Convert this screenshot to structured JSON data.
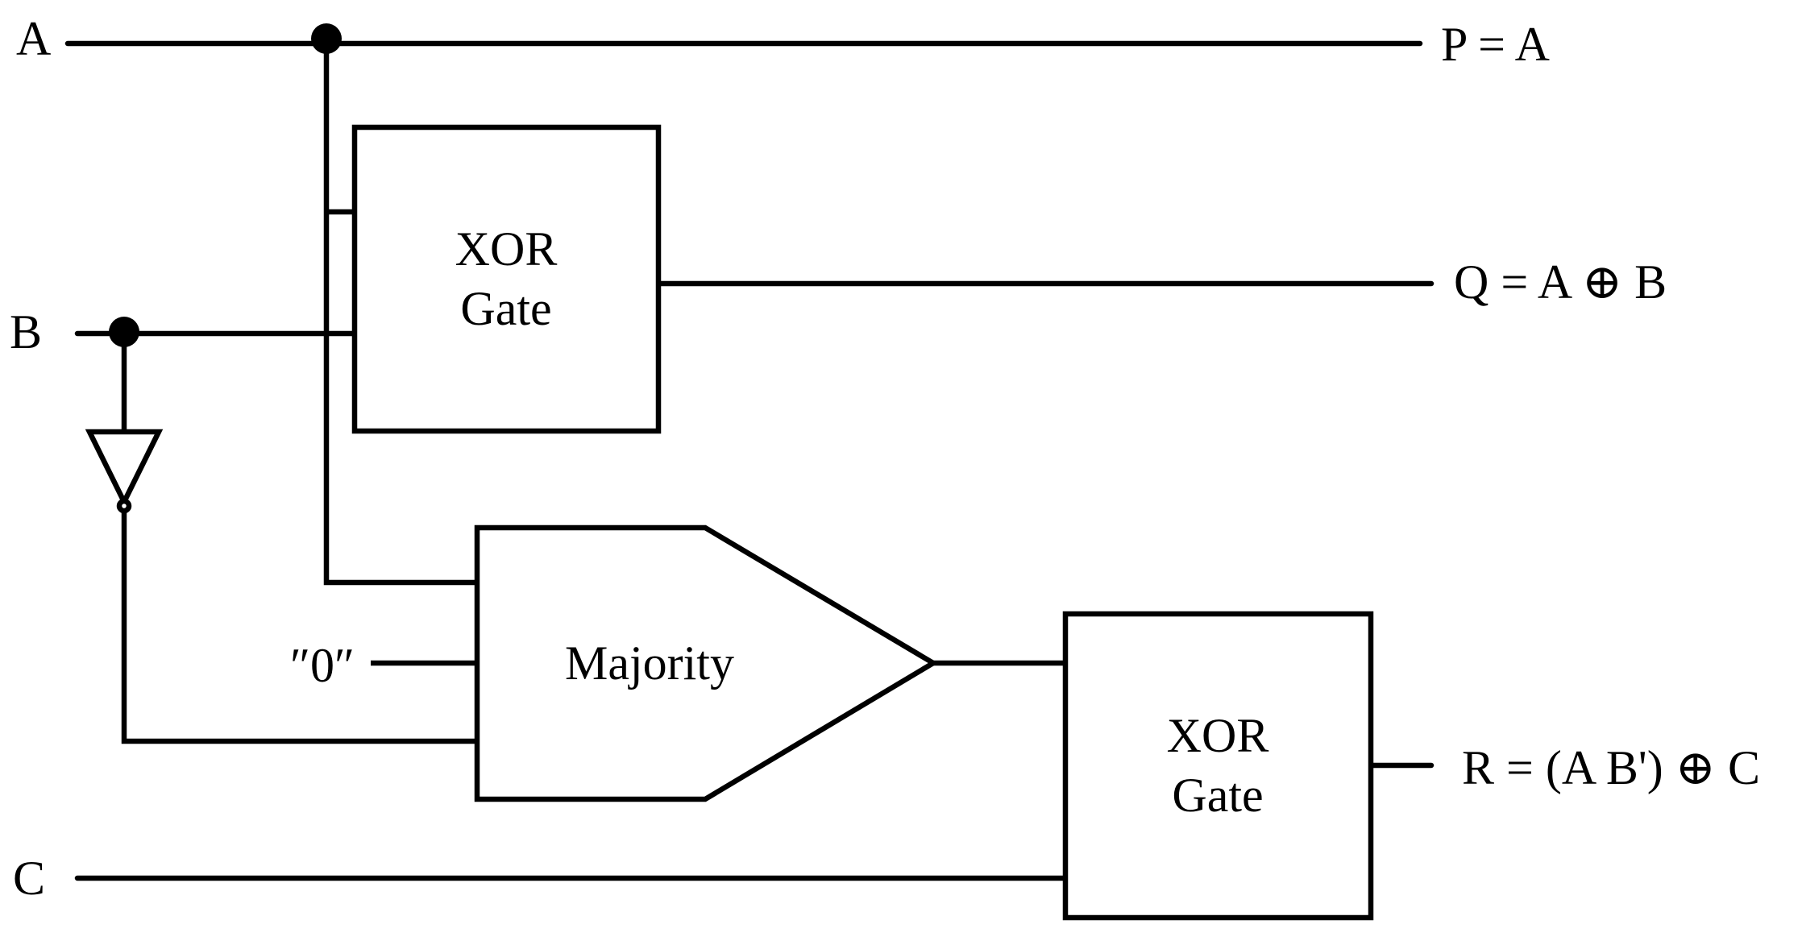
{
  "inputs": {
    "a": "A",
    "b": "B",
    "c": "C",
    "zero": "″0″"
  },
  "outputs": {
    "p": "P = A",
    "q": "Q = A ⊕ B",
    "r": "R = (A B') ⊕ C"
  },
  "blocks": {
    "xor_top": {
      "line1": "XOR",
      "line2": "Gate"
    },
    "majority": {
      "label": "Majority"
    },
    "xor_bottom": {
      "line1": "XOR",
      "line2": "Gate"
    }
  },
  "colors": {
    "line": "#000000",
    "background": "#ffffff"
  }
}
